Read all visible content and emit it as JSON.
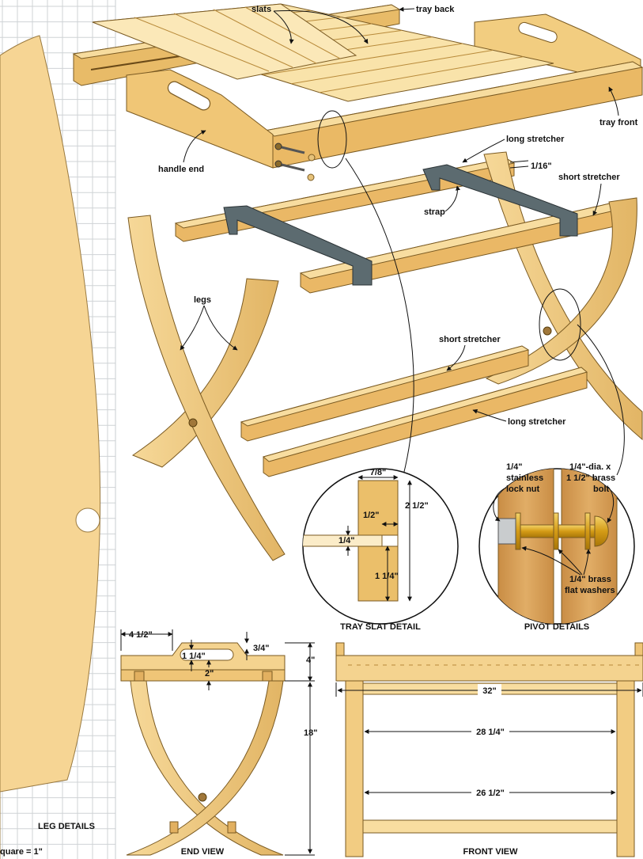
{
  "callouts": {
    "slats": "slats",
    "tray_back": "tray back",
    "tray_front": "tray front",
    "handle_end": "handle end",
    "long_stretcher_top": "long stretcher",
    "short_stretcher_top": "short stretcher",
    "strap": "strap",
    "sixteenth": "1/16\"",
    "legs": "legs",
    "short_stretcher_bottom": "short stretcher",
    "long_stretcher_bottom": "long stretcher"
  },
  "tray_slat_detail": {
    "title": "TRAY SLAT DETAIL",
    "width": "7/8\"",
    "height": "2 1/2\"",
    "groove_depth": "1/2\"",
    "groove_width": "1/4\"",
    "lower": "1 1/4\""
  },
  "pivot_details": {
    "title": "PIVOT DETAILS",
    "nut_line1": "1/4\"",
    "nut_line2": "stainless",
    "nut_line3": "lock nut",
    "bolt_line1": "1/4\"-dia. x",
    "bolt_line2": "1 1/2\" brass",
    "bolt_line3": "bolt",
    "washer_line1": "1/4\" brass",
    "washer_line2": "flat washers"
  },
  "leg_details": {
    "title": "LEG DETAILS",
    "scale": "quare = 1\""
  },
  "end_view": {
    "title": "END VIEW",
    "handle_offset": "4 1/2\"",
    "handle_height": "1 1/4\"",
    "top_gap": "3/4\"",
    "handle_depth": "2\"",
    "tray_height": "4\"",
    "leg_height": "18\""
  },
  "front_view": {
    "title": "FRONT VIEW",
    "overall": "32\"",
    "between_legs": "28 1/4\"",
    "stretcher": "26 1/2\""
  },
  "colors": {
    "wood": "#f2cf86",
    "wood_dark": "#d9a955",
    "wood_light": "#fae6b4",
    "metal": "#5c6b70",
    "brass": "#d4a21c",
    "grid": "#cfd3d6"
  }
}
